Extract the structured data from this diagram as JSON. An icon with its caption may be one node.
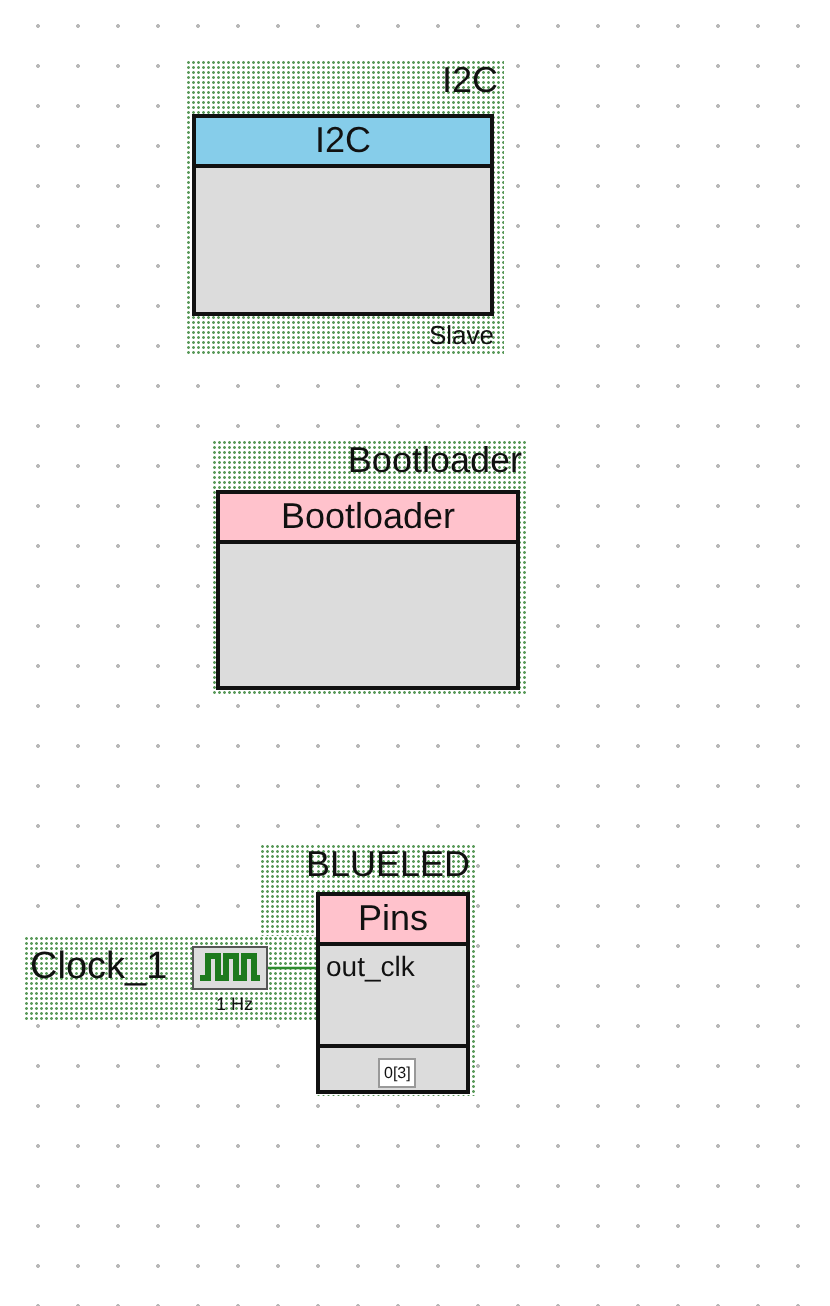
{
  "diagram": {
    "nodes": [
      {
        "text": [
          "I2C",
          "I2C",
          "Slave"
        ]
      },
      {
        "text": [
          "Bootloader",
          "Bootloader"
        ]
      },
      {
        "text": [
          "BLUELED",
          "Pins",
          "out_clk"
        ]
      },
      {
        "text": [
          "Clock_1",
          "1 Hz"
        ]
      }
    ],
    "edges": [
      {
        "from": 3,
        "to": 2,
        "arrow": "none",
        "color": "#2e8b2e"
      }
    ],
    "labels": [
      "0[3]"
    ]
  }
}
